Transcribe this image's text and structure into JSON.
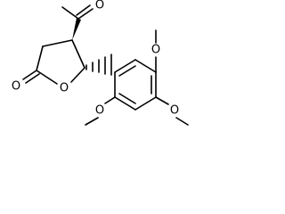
{
  "molecule": {
    "atoms": {
      "ring_oxygen": "O",
      "carbonyl_oxygen": "O",
      "acetyl_oxygen": "O",
      "methoxy_2_oxygen": "O",
      "methoxy_4_oxygen": "O",
      "methoxy_5_oxygen": "O"
    },
    "stereo": {
      "c4_bond": "wedge",
      "c5_bond": "hash"
    }
  }
}
